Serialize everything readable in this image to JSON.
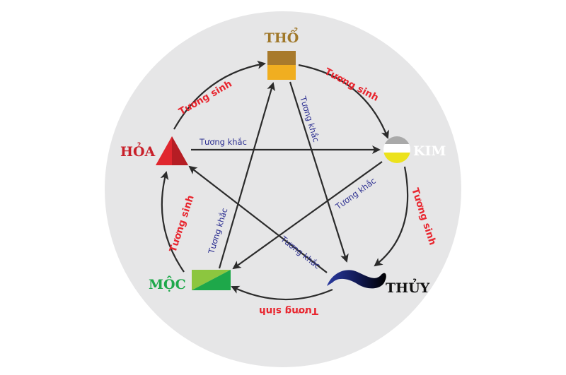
{
  "elements": {
    "tho": {
      "label": "THỔ",
      "color": "#a0782a"
    },
    "kim": {
      "label": "KIM",
      "color": "#ffffff"
    },
    "thuy": {
      "label": "THỦY",
      "color": "#111111"
    },
    "moc": {
      "label": "MỘC",
      "color": "#1ea84a"
    },
    "hoa": {
      "label": "HỎA",
      "color": "#c8202a"
    }
  },
  "relations": {
    "sinh": [
      "Tương sinh",
      "Tương sinh",
      "Tương sinh",
      "Tương sinh",
      "Tương sinh"
    ],
    "khac": [
      "Tương khắc",
      "Tương khắc",
      "Tương khắc",
      "Tương khắc",
      "Tương khắc"
    ]
  },
  "colors": {
    "background_circle": "#e6e6e7",
    "sinh_text": "#e8262f",
    "khac_text": "#2e3192",
    "arrow": "#2b2b2b"
  }
}
